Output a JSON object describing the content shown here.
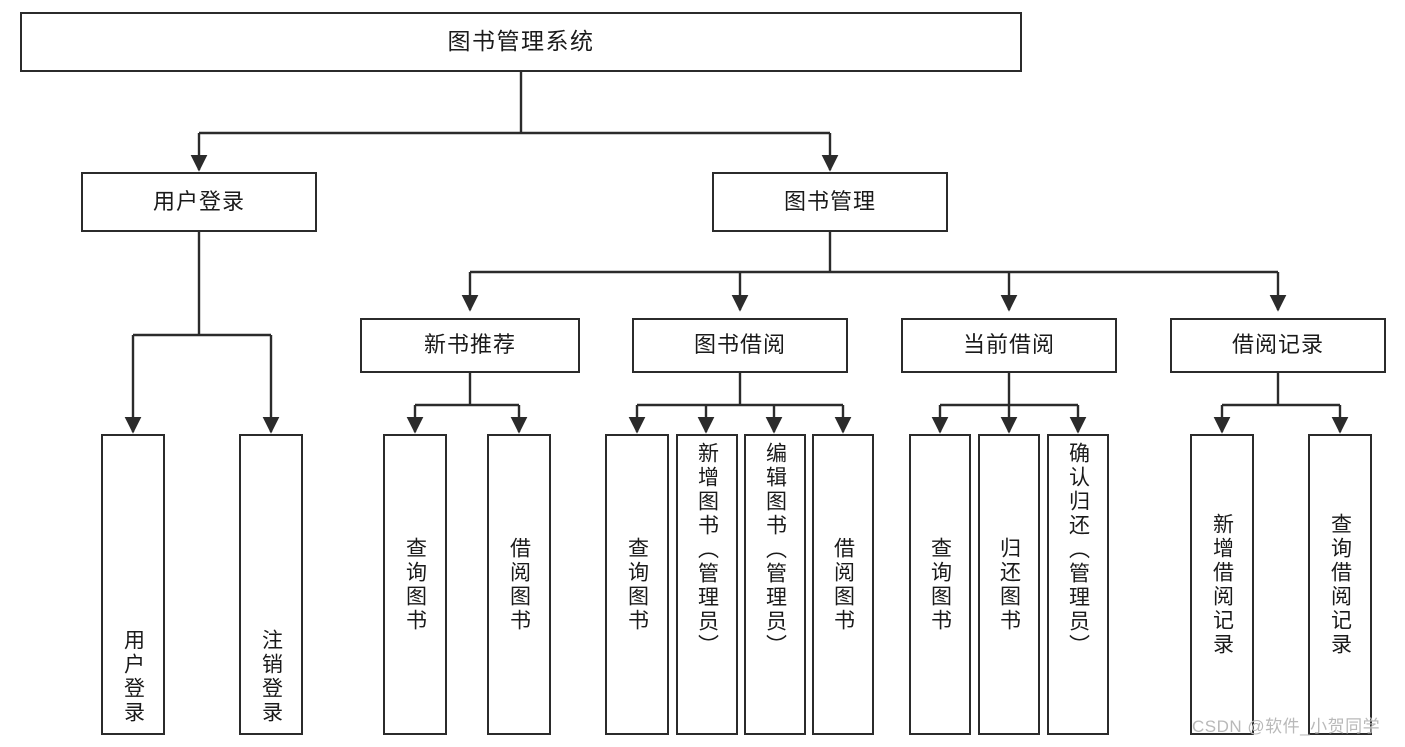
{
  "diagram": {
    "type": "tree",
    "title": "图书管理系统",
    "watermark": "CSDN @软件_小贺同学",
    "colors": {
      "box_border": "#2b2b2b",
      "box_fill": "#ffffff",
      "edge": "#2b2b2b",
      "text": "#1a1a1a",
      "watermark": "#b9b9b9"
    },
    "nodes": {
      "root": {
        "label": "图书管理系统"
      },
      "l1": [
        {
          "label": "用户登录"
        },
        {
          "label": "图书管理"
        }
      ],
      "l2": [
        {
          "label": "新书推荐"
        },
        {
          "label": "图书借阅"
        },
        {
          "label": "当前借阅"
        },
        {
          "label": "借阅记录"
        }
      ],
      "leaves": {
        "user_login": [
          {
            "label": "用户登录"
          },
          {
            "label": "注销登录"
          }
        ],
        "new_book": [
          {
            "label": "查询图书"
          },
          {
            "label": "借阅图书"
          }
        ],
        "borrow": [
          {
            "label": "查询图书"
          },
          {
            "label": "新增图书（管理员）"
          },
          {
            "label": "编辑图书（管理员）"
          },
          {
            "label": "借阅图书"
          }
        ],
        "current": [
          {
            "label": "查询图书"
          },
          {
            "label": "归还图书"
          },
          {
            "label": "确认归还（管理员）"
          }
        ],
        "records": [
          {
            "label": "新增借阅记录"
          },
          {
            "label": "查询借阅记录"
          }
        ]
      }
    }
  }
}
